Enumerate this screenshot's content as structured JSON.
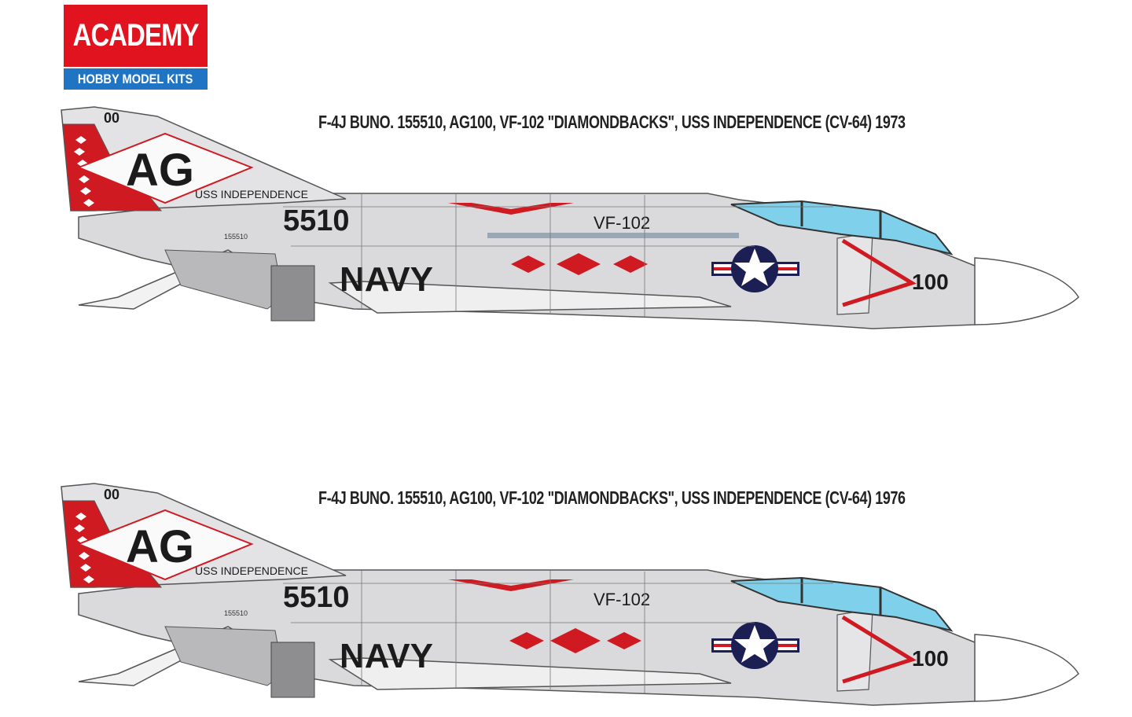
{
  "brand": {
    "name": "ACADEMY",
    "tagline": "HOBBY MODEL KITS",
    "colors": {
      "red": "#e0131e",
      "blue": "#1f74c3"
    }
  },
  "profiles": [
    {
      "caption": "F-4J BUNO. 155510, AG100, VF-102 \"DIAMONDBACKS\", USS INDEPENDENCE (CV-64) 1973",
      "markings": {
        "tail_code": "AG",
        "tail_number": "00",
        "ship": "USS INDEPENDENCE",
        "buno_short": "5510",
        "buno_small": "155510",
        "service": "NAVY",
        "squadron": "VF-102",
        "modex": "100"
      },
      "year": "1973"
    },
    {
      "caption": "F-4J BUNO. 155510, AG100, VF-102 \"DIAMONDBACKS\", USS INDEPENDENCE (CV-64) 1976",
      "markings": {
        "tail_code": "AG",
        "tail_number": "00",
        "ship": "USS INDEPENDENCE",
        "buno_short": "5510",
        "buno_small": "155510",
        "service": "NAVY",
        "squadron": "VF-102",
        "modex": "100"
      },
      "year": "1976"
    }
  ],
  "colors": {
    "airframe_gray": "#d9d9db",
    "light_gray": "#e8e8ea",
    "marking_red": "#d01a22",
    "insignia_blue": "#1c1f54",
    "canopy_blue": "#7fd0ea",
    "panel_line": "#555555",
    "text_black": "#1b1b1b"
  }
}
